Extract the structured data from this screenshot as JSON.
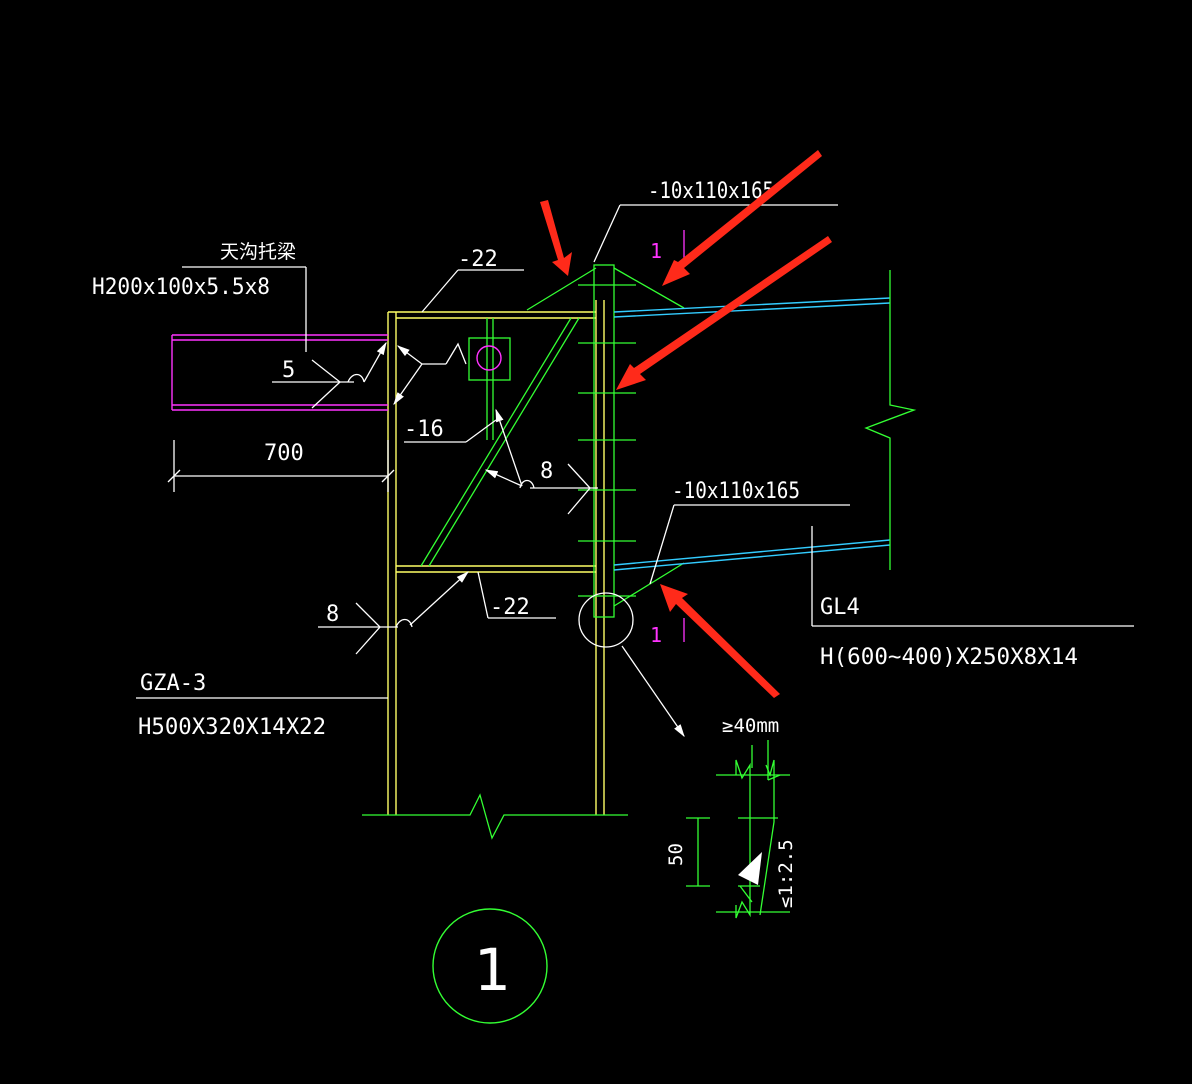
{
  "colors": {
    "background": "#000000",
    "column": "#ffff66",
    "plate": "#33ff33",
    "beam_left": "#ff33ff",
    "beam_right": "#33ccff",
    "annotation": "#ffffff",
    "arrow": "#ff2a1a"
  },
  "labels": {
    "gutter_beam_name": "天沟托梁",
    "gutter_beam_section": "H200x100x5.5x8",
    "top_plate": "-22",
    "bottom_plate": "-22",
    "diag_stiffener": "-16",
    "top_rib": "-10x110x165",
    "bottom_rib": "-10x110x165",
    "weld_5": "5",
    "weld_8_mid": "8",
    "weld_8_low": "8",
    "dim_700": "700",
    "column_name": "GZA-3",
    "column_section": "H500X320X14X22",
    "beam_name": "GL4",
    "beam_section": "H(600~400)X250X8X14",
    "slope_top": "1",
    "slope_bottom": "1",
    "detail_gap": "≥40mm",
    "detail_dim": "50",
    "detail_slope": "≤1:2.5",
    "detail_number": "1"
  }
}
